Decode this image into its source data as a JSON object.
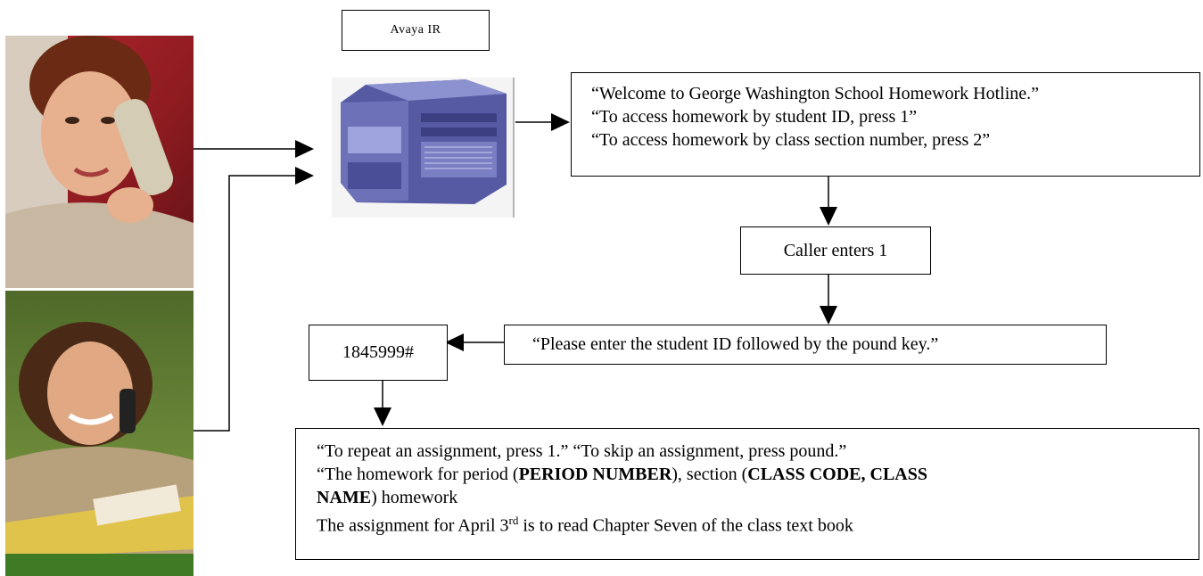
{
  "server_label": "Avaya IR",
  "welcome_box": {
    "lines": [
      "“Welcome to George Washington School Homework Hotline.”",
      "“To access homework by student ID, press 1”",
      "“To access homework by class section number, press 2”"
    ]
  },
  "caller_enters": "Caller enters 1",
  "enter_id_prompt": "“Please enter the student ID followed by the pound key.”",
  "student_id_entry": "1845999#",
  "homework_box": {
    "line1": "“To repeat an assignment, press 1.”  “To skip an assignment, press pound.”",
    "line2_pre": "“The homework for period (",
    "line2_bold1": "PERIOD NUMBER",
    "line2_mid": "), section (",
    "line2_bold2": "CLASS CODE, CLASS",
    "line3_bold": "NAME",
    "line3_post": ") homework",
    "line4_pre": "The assignment for April 3",
    "line4_sup": "rd",
    "line4_post": "  is to read Chapter Seven  of the class text book"
  },
  "colors": {
    "line": "#000000",
    "server_body": "#5a5fa8",
    "server_face": "#8f93cf"
  },
  "icons": {
    "server": "server-icon",
    "caller_woman": "woman-on-phone-image",
    "caller_student": "student-on-phone-image"
  }
}
